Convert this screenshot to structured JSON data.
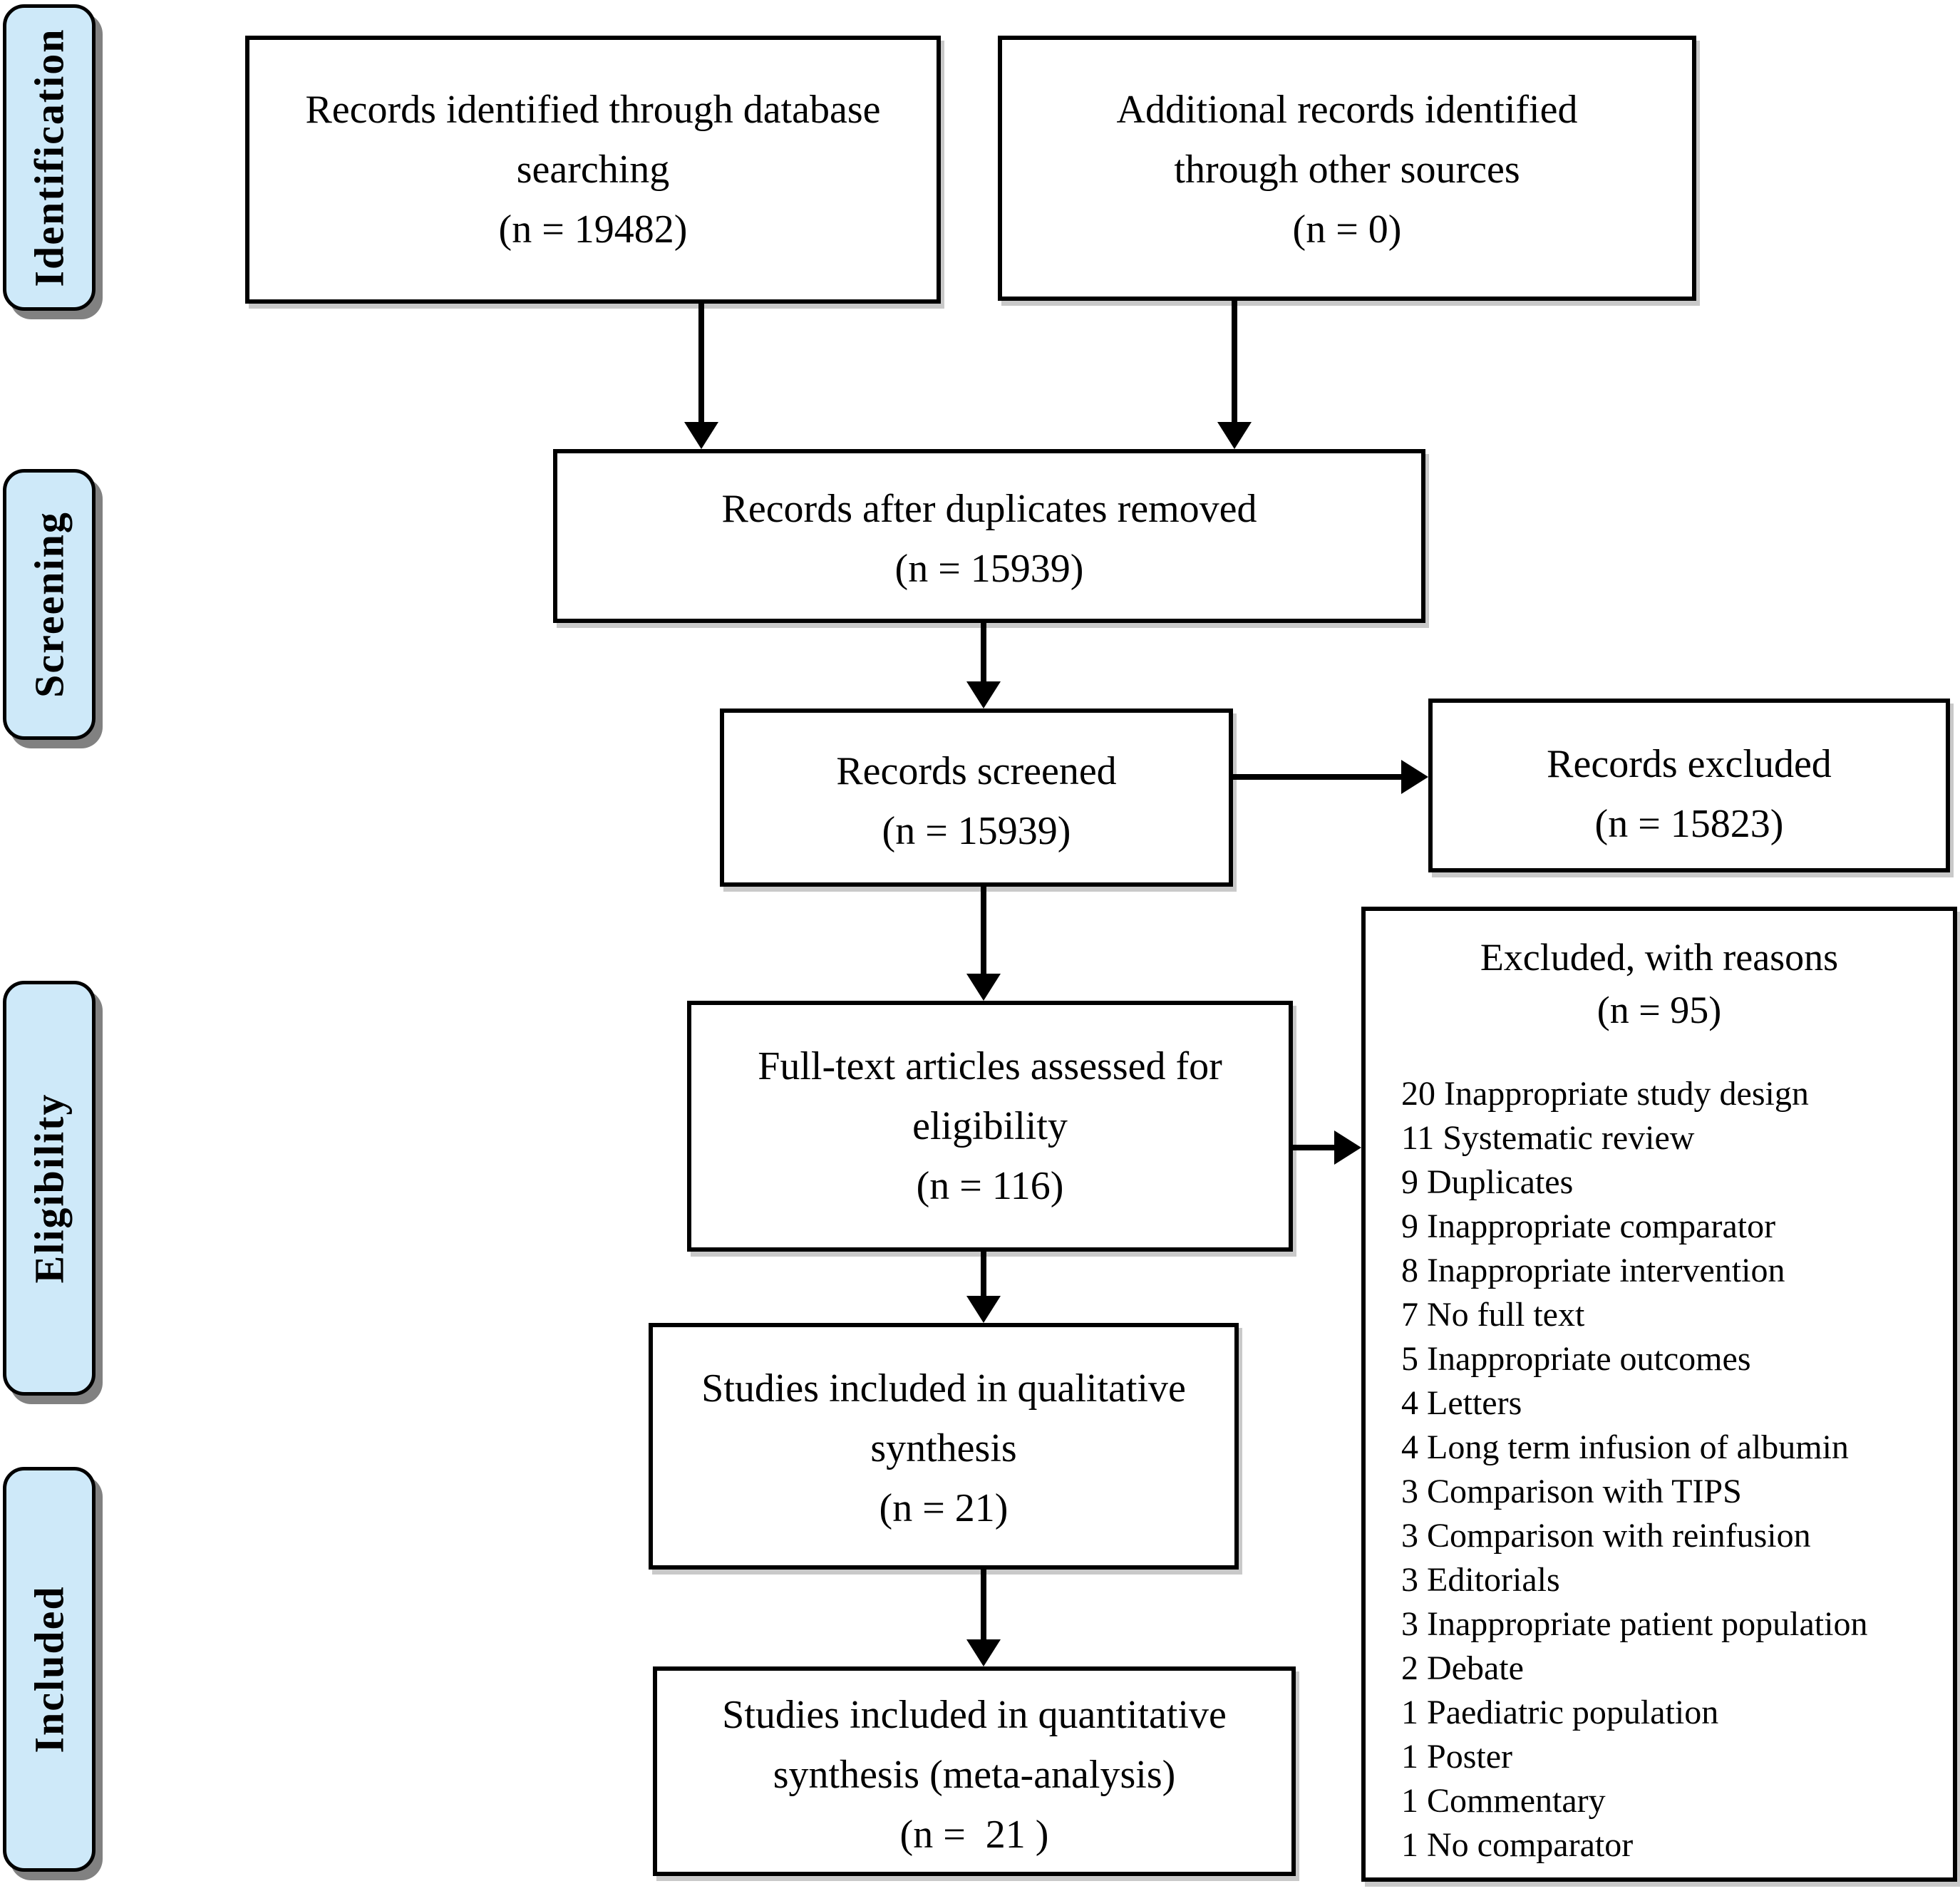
{
  "sidebar": {
    "stages": [
      {
        "label": "Identification"
      },
      {
        "label": "Screening"
      },
      {
        "label": "Eligibility"
      },
      {
        "label": "Included"
      }
    ]
  },
  "boxes": {
    "identified": {
      "lines": [
        "Records identified through database",
        "searching",
        "(n = 19482)"
      ]
    },
    "additional": {
      "lines": [
        "Additional records identified",
        "through other sources",
        "(n = 0)"
      ]
    },
    "deduplicated": {
      "lines": [
        "Records after duplicates removed",
        "(n = 15939)"
      ]
    },
    "screened": {
      "lines": [
        "Records screened",
        "(n = 15939)"
      ]
    },
    "excluded": {
      "lines": [
        "Records excluded",
        "(n = 15823)"
      ]
    },
    "fulltext": {
      "lines": [
        "Full-text articles assessed for",
        "eligibility",
        "(n = 116)"
      ]
    },
    "qualitative": {
      "lines": [
        "Studies included in qualitative",
        "synthesis",
        "(n = 21)"
      ]
    },
    "quantitative": {
      "lines": [
        "Studies included in quantitative",
        "synthesis (meta-analysis)",
        "(n =  21 )"
      ]
    },
    "excluded_reasons": {
      "title": "Excluded, with reasons",
      "count": "(n = 95)",
      "items": [
        "20 Inappropriate study design",
        "11 Systematic review",
        "9 Duplicates",
        "9 Inappropriate comparator",
        "8 Inappropriate intervention",
        "7 No full text",
        "5 Inappropriate outcomes",
        "4 Letters",
        "4 Long term infusion of albumin",
        "3 Comparison with TIPS",
        "3 Comparison with reinfusion",
        "3 Editorials",
        "3 Inappropriate patient population",
        "2 Debate",
        "1 Paediatric population",
        "1 Poster",
        "1 Commentary",
        "1 No comparator"
      ]
    }
  },
  "colors": {
    "stage_fill": "#cee9f9",
    "box_fill": "#ffffff",
    "line_color": "#000000"
  }
}
